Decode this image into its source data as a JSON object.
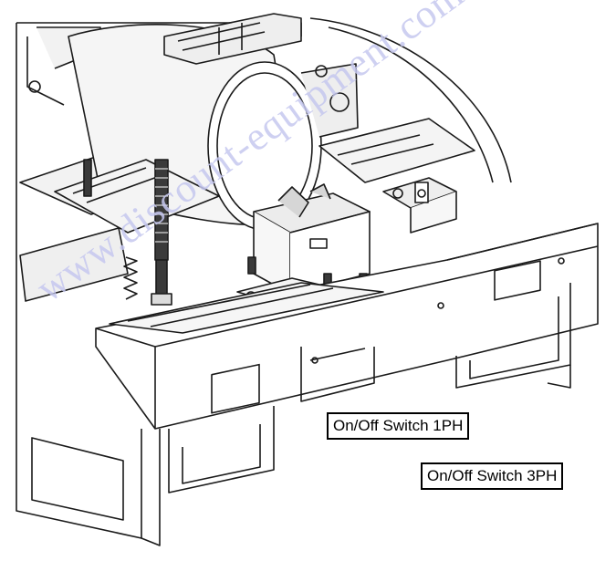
{
  "labels": {
    "switch_1ph": "On/Off Switch 1PH",
    "switch_3ph": "On/Off Switch 3PH"
  },
  "watermark": "www.discount-equipment.com",
  "colors": {
    "line": "#1a1a1a",
    "fill_light": "#f2f2f2",
    "fill_mid": "#d9d9d9",
    "fill_dark": "#3a3a3a",
    "watermark": "#c6c8ef"
  }
}
